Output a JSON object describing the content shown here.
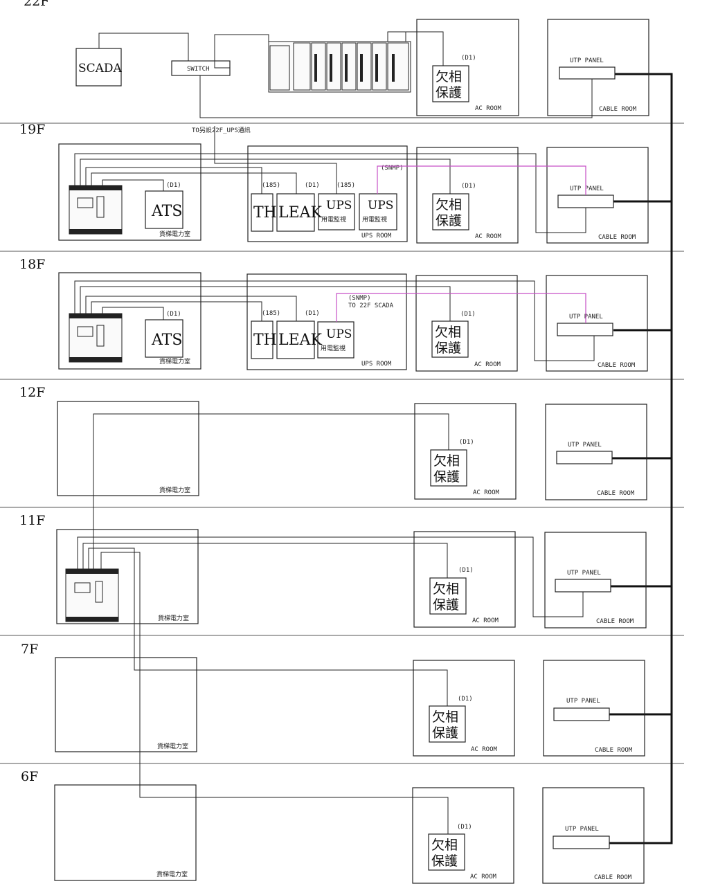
{
  "floors": [
    {
      "key": "22F",
      "label": "22F"
    },
    {
      "key": "19F",
      "label": "19F"
    },
    {
      "key": "18F",
      "label": "18F"
    },
    {
      "key": "12F",
      "label": "12F"
    },
    {
      "key": "11F",
      "label": "11F"
    },
    {
      "key": "7F",
      "label": "7F"
    },
    {
      "key": "6F",
      "label": "6F"
    }
  ],
  "labels": {
    "scada": "SCADA",
    "switch": "SWITCH",
    "d1": "(D1)",
    "phase_protect_1": "欠相",
    "phase_protect_2": "保護",
    "ac_room": "AC ROOM",
    "utp_panel": "UTP PANEL",
    "cable_room": "CABLE ROOM",
    "to_22f_ups": "TO另設22F_UPS通訊",
    "snmp": "(SNMP)",
    "to_22f_scada": "TO 22F SCADA",
    "rs485": "(185)",
    "ats": "ATS",
    "th": "TH",
    "leak": "LEAK",
    "ups": "UPS",
    "ups_sub": "用電監視",
    "ups_room": "UPS ROOM",
    "elevator_room": "貨梯電力室"
  },
  "colors": {
    "snmp_line": "#c64fc6",
    "trunk_line": "#111111"
  }
}
